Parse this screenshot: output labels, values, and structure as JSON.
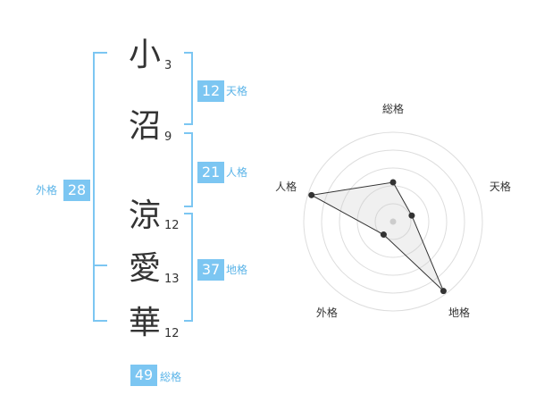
{
  "name": {
    "chars": [
      {
        "char": "小",
        "strokes": "3"
      },
      {
        "char": "沼",
        "strokes": "9"
      },
      {
        "char": "涼",
        "strokes": "12"
      },
      {
        "char": "愛",
        "strokes": "13"
      },
      {
        "char": "華",
        "strokes": "12"
      }
    ]
  },
  "kaku": {
    "ten": {
      "value": "12",
      "label": "天格"
    },
    "jin": {
      "value": "21",
      "label": "人格"
    },
    "chi": {
      "value": "37",
      "label": "地格"
    },
    "gai": {
      "value": "28",
      "label": "外格"
    },
    "so": {
      "value": "49",
      "label": "総格"
    }
  },
  "colors": {
    "accent": "#7cc6f2",
    "accent_text": "#5bb4e8",
    "text": "#333333",
    "ring": "#dddddd"
  },
  "chart_data": {
    "type": "radar",
    "axes": [
      "総格",
      "天格",
      "地格",
      "外格",
      "人格"
    ],
    "max": 5,
    "values": [
      2.2,
      1.1,
      4.8,
      0.9,
      4.8
    ]
  }
}
